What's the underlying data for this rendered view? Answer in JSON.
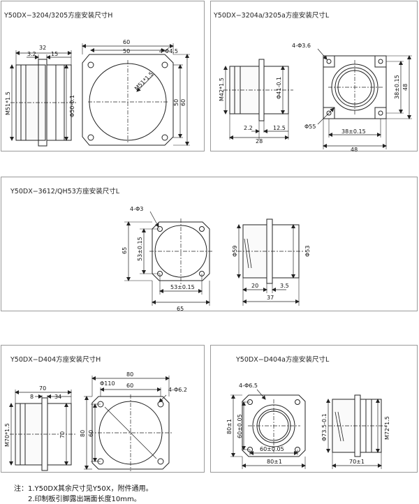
{
  "panels": {
    "p1": {
      "title": "Y50DX−3204/3205方座安装尺寸H"
    },
    "p2": {
      "title": "Y50DX−3204a/3205a方座安装尺寸L"
    },
    "p3": {
      "title": "Y50DX−3612/QH53方座安装尺寸L"
    },
    "p4": {
      "title": "Y50DX−D404方座安装尺寸H"
    },
    "p5": {
      "title": "Y50DX−D404a方座安装尺寸L"
    }
  },
  "dims": {
    "p1": {
      "d32": "32",
      "d32b": "3.2",
      "d15": "15",
      "m51": "M51*1.5",
      "phi50": "Φ50-0.1",
      "d60": "60",
      "d50": "50",
      "holes": "4-Φ4.5",
      "m51b": "M51*1.5",
      "v50": "50",
      "v60": "60"
    },
    "p2": {
      "m42": "M42*1.5",
      "phi41": "Φ41-0.1",
      "d22": "2.2",
      "d125": "12.5",
      "d28": "28",
      "holes": "4-Φ3.6",
      "phi55": "Φ55",
      "h38": "38±0.15",
      "v48": "48",
      "w38": "38±0.15",
      "w48": "48"
    },
    "p3": {
      "holes": "4-Φ3",
      "v65": "65",
      "v53": "53±0.15",
      "w53": "53±0.15",
      "w65": "65",
      "phi59": "Φ59",
      "phi53": "Φ53",
      "d20": "20",
      "d35": "3.5",
      "d37": "37"
    },
    "p4": {
      "d70": "70",
      "d8": "8",
      "d34": "34",
      "m70": "M70*1.5",
      "phi110": "Φ110",
      "d80": "80",
      "d60": "60",
      "holes": "4-Φ6.2",
      "v80": "80",
      "v60": "60",
      "v70": "70"
    },
    "p5": {
      "holes": "4-Φ6.5",
      "v80": "80±1",
      "v60": "60±0.05",
      "w60": "60±0.05",
      "w80": "80±1",
      "phi73": "Φ73.5-0.1",
      "m72": "M72*1.5",
      "w70": "70±1"
    }
  },
  "notes": {
    "line1": "注：1.Y50DX其余尺寸见Y50X，附件通用。",
    "line2": "2.印制板引脚露出端面长度10mm。"
  }
}
